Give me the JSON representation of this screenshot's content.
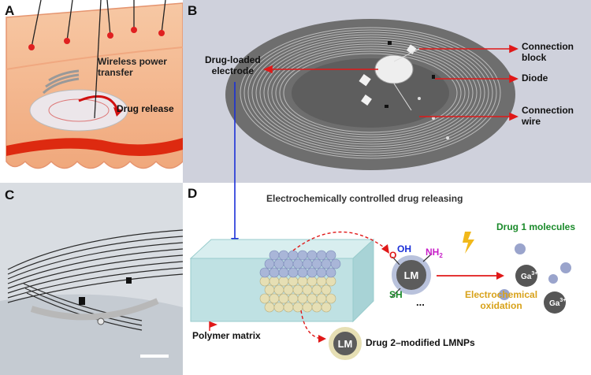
{
  "panels": {
    "a": {
      "label": "A",
      "wireless": [
        "Wireless power",
        "transfer"
      ],
      "drug_release": "Drug release"
    },
    "b": {
      "label": "B",
      "drug_loaded": [
        "Drug-loaded",
        "electrode"
      ],
      "connection_block": [
        "Connection",
        "block"
      ],
      "diode": "Diode",
      "connection_wire": [
        "Connection",
        "wire"
      ]
    },
    "c": {
      "label": "C"
    },
    "d": {
      "label": "D",
      "title": "Electrochemically controlled drug releasing",
      "drug1": "Drug 1 molecules",
      "electrochemical": [
        "Electrochemical",
        "oxidation"
      ],
      "polymer": "Polymer matrix",
      "drug2": "Drug 2–modified LMNPs",
      "lm": "LM",
      "ga": "Ga",
      "ga_charge": "3+",
      "oh": "OH",
      "o": "O",
      "nh2": "NH",
      "nh2_sub": "2",
      "sh": "SH",
      "ellipsis": "..."
    }
  },
  "colors": {
    "red_arrow": "#e01818",
    "blue_arrow": "#1a2fd8",
    "drug1_green": "#1a8a2a",
    "oxidation_gold": "#d8a21a",
    "skin": "#f4b890",
    "nanoparticle_blue": "#a9b6d8",
    "nanoparticle_yellow": "#e6dfb4",
    "matrix": "#bfe1e3"
  }
}
